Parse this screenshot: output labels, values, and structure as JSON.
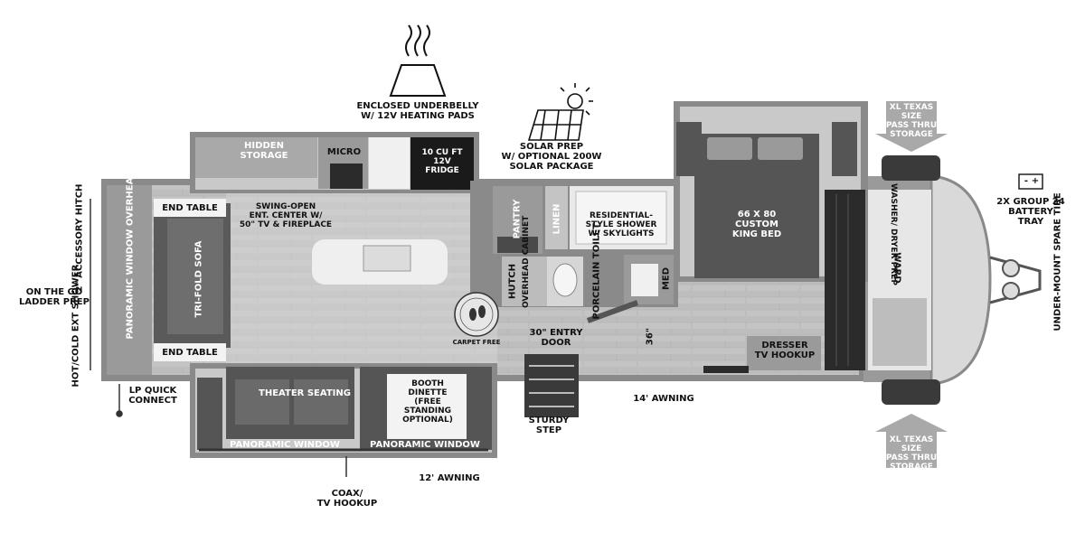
{
  "labels": {
    "underbelly": "ENCLOSED UNDERBELLY\nW/ 12V HEATING PADS",
    "solar": "SOLAR PREP\nW/ OPTIONAL 200W\nSOLAR PACKAGE",
    "hidden_storage": "HIDDEN\nSTORAGE",
    "micro": "MICRO",
    "fridge": "10 CU FT\n12V\nFRIDGE",
    "end_table_top": "END TABLE",
    "end_table_bottom": "END TABLE",
    "ent_center": "SWING-OPEN\nENT. CENTER W/\n50\" TV & FIREPLACE",
    "sofa": "TRI-FOLD\nSOFA",
    "pan_window_cab": "PANORAMIC WINDOW\nOVERHEAD CABINET",
    "accessory_hitch": "2\" ACCESSORY\nHITCH",
    "ladder_prep": "ON THE GO\nLADDER PREP",
    "ext_shower": "HOT/COLD\nEXT SHOWER",
    "lp_connect": "LP QUICK\nCONNECT",
    "theater": "THEATER SEATING",
    "pan_window_1": "PANORAMIC WINDOW",
    "pan_window_2": "PANORAMIC WINDOW",
    "booth": "BOOTH\nDINETTE\n(FREE\nSTANDING\nOPTIONAL)",
    "awning_12": "12' AWNING",
    "coax": "COAX/\nTV HOOKUP",
    "pantry": "PANTRY",
    "linen": "LINEN",
    "shower": "RESIDENTIAL-\nSTYLE SHOWER\nW/ SKYLIGHTS",
    "hutch": "HUTCH",
    "overhead_cabinet": "OVERHEAD\nCABINET",
    "toilet": "PORCELAIN\nTOILET",
    "med": "MED",
    "carpet_free": "CARPET FREE",
    "entry_door": "30\" ENTRY\nDOOR",
    "dim_36": "36\"",
    "sturdy_step": "STURDY\nSTEP",
    "awning_14": "14' AWNING",
    "king_bed": "66 X 80\nCUSTOM\nKING BED",
    "dresser": "DRESSER\nTV HOOKUP",
    "washer_dryer": "WASHER/\nDRYER\nPREP",
    "ward": "WARD",
    "xl_storage_top": "XL TEXAS SIZE\nPASS THRU\nSTORAGE",
    "xl_storage_bottom": "XL TEXAS SIZE\nPASS THRU\nSTORAGE",
    "battery": "2X GROUP 24\nBATTERY\nTRAY",
    "battery_minus": "-",
    "battery_plus": "+",
    "spare_tire": "UNDER-MOUNT\nSPARE TIRE"
  },
  "colors": {
    "wall": "#8a8a8a",
    "floor": "#cfcfcf",
    "dark": "#3a3a3a",
    "text": "#111111"
  },
  "icons": [
    "heat-icon",
    "solar-panel-icon",
    "sun-icon",
    "battery-icon",
    "arrow-down-icon",
    "arrow-up-icon",
    "spare-tire-icon"
  ]
}
